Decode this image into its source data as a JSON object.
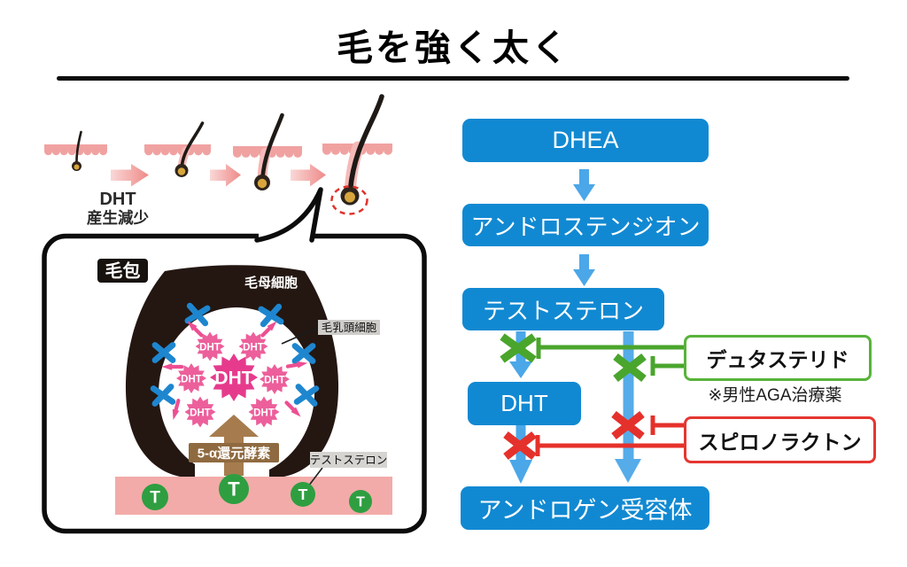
{
  "title": "毛を強く太く",
  "illustration": {
    "dht_label": "DHT",
    "decrease_label": "産生減少",
    "bubble": {
      "follicle": "毛包",
      "matrix": "毛母細胞",
      "papilla": "毛乳頭細胞",
      "enzyme": "5-α還元酵素",
      "testosterone": "テストステロン",
      "dht_bursts": [
        "DHT",
        "DHT",
        "DHT",
        "DHT",
        "DHT",
        "DHT",
        "DHT"
      ],
      "t_marks": [
        "T",
        "T",
        "T",
        "T"
      ]
    }
  },
  "flowchart": {
    "dhea": "DHEA",
    "androstenedione": "アンドロステンジオン",
    "testosterone": "テストステロン",
    "dht": "DHT",
    "receptor": "アンドロゲン受容体",
    "dutasteride": "デュタステリド",
    "dutasteride_note": "※男性AGA治療薬",
    "spironolactone": "スピロノラクトン"
  },
  "colors": {
    "node_blue": "#1189d2",
    "arrow_blue": "#4ba7e8",
    "inhibit_green": "#4aa52c",
    "inhibit_red": "#e5312b",
    "burst_pink": "#ec5f9b",
    "skin_pink": "#f0a2a1",
    "band_pink": "#f2aba9",
    "enzyme_brown": "#8f6a40",
    "follicle_dark": "#241712",
    "x_blue": "#1e86cf",
    "t_green": "#2f9e41"
  }
}
